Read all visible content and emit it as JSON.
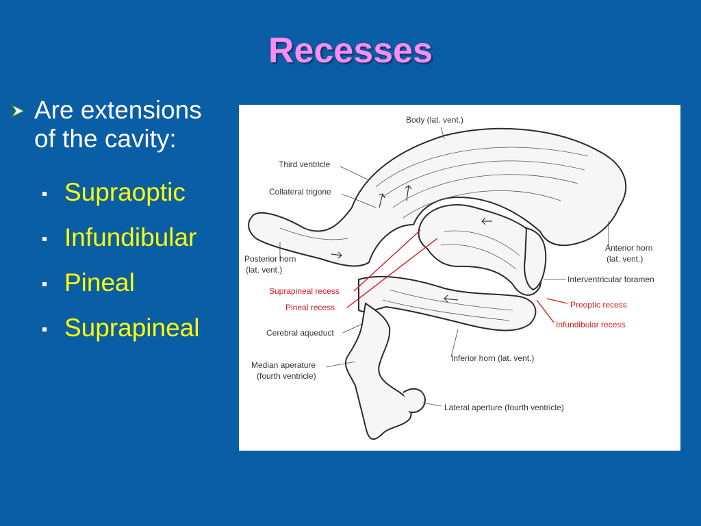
{
  "slide": {
    "title": "Recesses",
    "main_bullet_line1": "Are extensions",
    "main_bullet_line2": "of the cavity:",
    "sub_bullets": [
      "Supraoptic",
      "Infundibular",
      "Pineal",
      "Suprapineal"
    ]
  },
  "colors": {
    "background": "#0a5ea6",
    "title": "#ff8cf4",
    "bullet_text": "#ffffff",
    "sub_bullet_text": "#ffff00",
    "red_labels": "#d81818"
  },
  "diagram": {
    "labels": {
      "body": "Body (lat. vent.)",
      "third_ventricle": "Third ventricle",
      "collateral_trigone": "Collateral trigone",
      "posterior_horn_1": "Posterior horn",
      "posterior_horn_2": "(lat. vent.)",
      "anterior_horn_1": "Anterior horn",
      "anterior_horn_2": "(lat. vent.)",
      "interventricular_foramen": "Interventricular foramen",
      "cerebral_aqueduct": "Cerebral aqueduct",
      "median_aperture_1": "Median aperature",
      "median_aperture_2": "(fourth ventricle)",
      "inferior_horn": "Inferior horn (lat. vent.)",
      "lateral_aperture": "Lateral aperture (fourth ventricle)"
    },
    "red_labels": {
      "suprapineal_recess": "Suprapineal recess",
      "pineal_recess": "Pineal recess",
      "preoptic_recess": "Preoptic recess",
      "infundibular_recess": "Infundibular recess"
    }
  }
}
